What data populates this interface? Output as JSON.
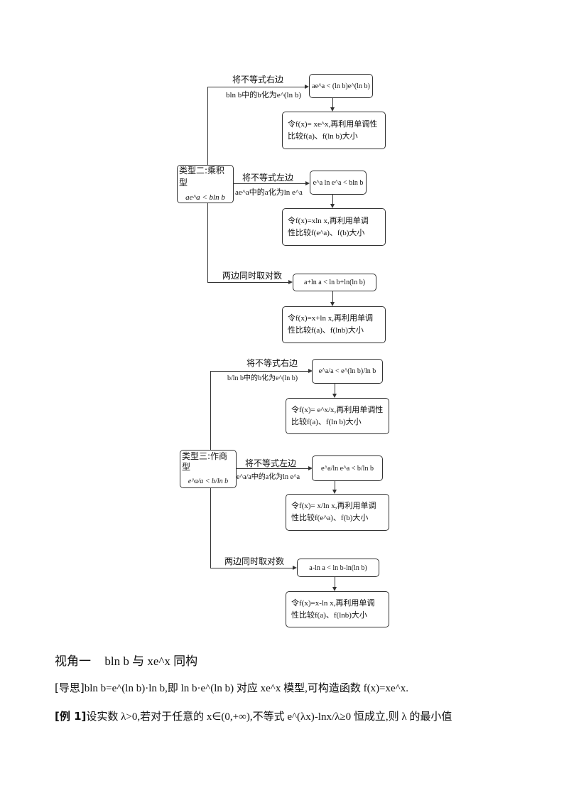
{
  "diagram_type2": {
    "root": {
      "title": "类型二:乘积型",
      "formula": "ae^a < bln b"
    },
    "branch_right": {
      "label_top": "将不等式右边",
      "label_bottom": "bln b中的b化为e^(ln b)",
      "result": "ae^a < (ln b)e^(ln b)",
      "method_line1": "令f(x)= xe^x,再利用单调性",
      "method_line2": "比较f(a)、f(ln b)大小"
    },
    "branch_left": {
      "label_top": "将不等式左边",
      "label_bottom": "ae^a中的a化为ln e^a",
      "result": "e^a ln e^a < bln b",
      "method_line1": "令f(x)=xln x,再利用单调",
      "method_line2": "性比较f(e^a)、f(b)大小"
    },
    "branch_log": {
      "label": "两边同时取对数",
      "result": "a+ln a < ln b+ln(ln b)",
      "method_line1": "令f(x)=x+ln x,再利用单调",
      "method_line2": "性比较f(a)、f(lnb)大小"
    }
  },
  "diagram_type3": {
    "root": {
      "title": "类型三:作商型",
      "formula": "e^a/a < b/ln b"
    },
    "branch_right": {
      "label_top": "将不等式右边",
      "label_bottom": "b/ln b中的b化为e^(ln b)",
      "result": "e^a/a < e^(ln b)/ln b",
      "method_line1": "令f(x)= e^x/x,再利用单调性",
      "method_line2": "比较f(a)、f(ln b)大小"
    },
    "branch_left": {
      "label_top": "将不等式左边",
      "label_bottom": "e^a/a中的a化为ln e^a",
      "result": "e^a/ln e^a < b/ln b",
      "method_line1": "令f(x)= x/ln x,再利用单调",
      "method_line2": "性比较f(e^a)、f(b)大小"
    },
    "branch_log": {
      "label": "两边同时取对数",
      "result": "a-ln a < ln b-ln(ln b)",
      "method_line1": "令f(x)=x-ln x,再利用单调",
      "method_line2": "性比较f(a)、f(lnb)大小"
    }
  },
  "text": {
    "heading": {
      "prefix": "视角一",
      "formula": "bln b 与 xe^x 同构"
    },
    "guide": {
      "tag": "[导思]",
      "body": "bln b=e^(ln b)·ln b,即 ln b·e^(ln b) 对应 xe^x 模型,可构造函数 f(x)=xe^x."
    },
    "example": {
      "tag": "[例 1]",
      "body": "设实数 λ>0,若对于任意的 x∈(0,+∞),不等式 e^(λx)-lnx/λ≥0 恒成立,则 λ 的最小值"
    }
  },
  "strings": {
    "h_prefix": "视角一",
    "h_mid1": "与",
    "h_mid2": "同构",
    "g_tag": "[导思]",
    "g_jiji": ",即",
    "g_dy": "对应",
    "g_model": "模型,可构造函数",
    "e_tag": "[例 1]",
    "e_a": "设实数",
    "e_b": ",若对于任意的",
    "e_c": ",不等式",
    "e_d": "恒成立,则",
    "e_e": "的最小值"
  }
}
